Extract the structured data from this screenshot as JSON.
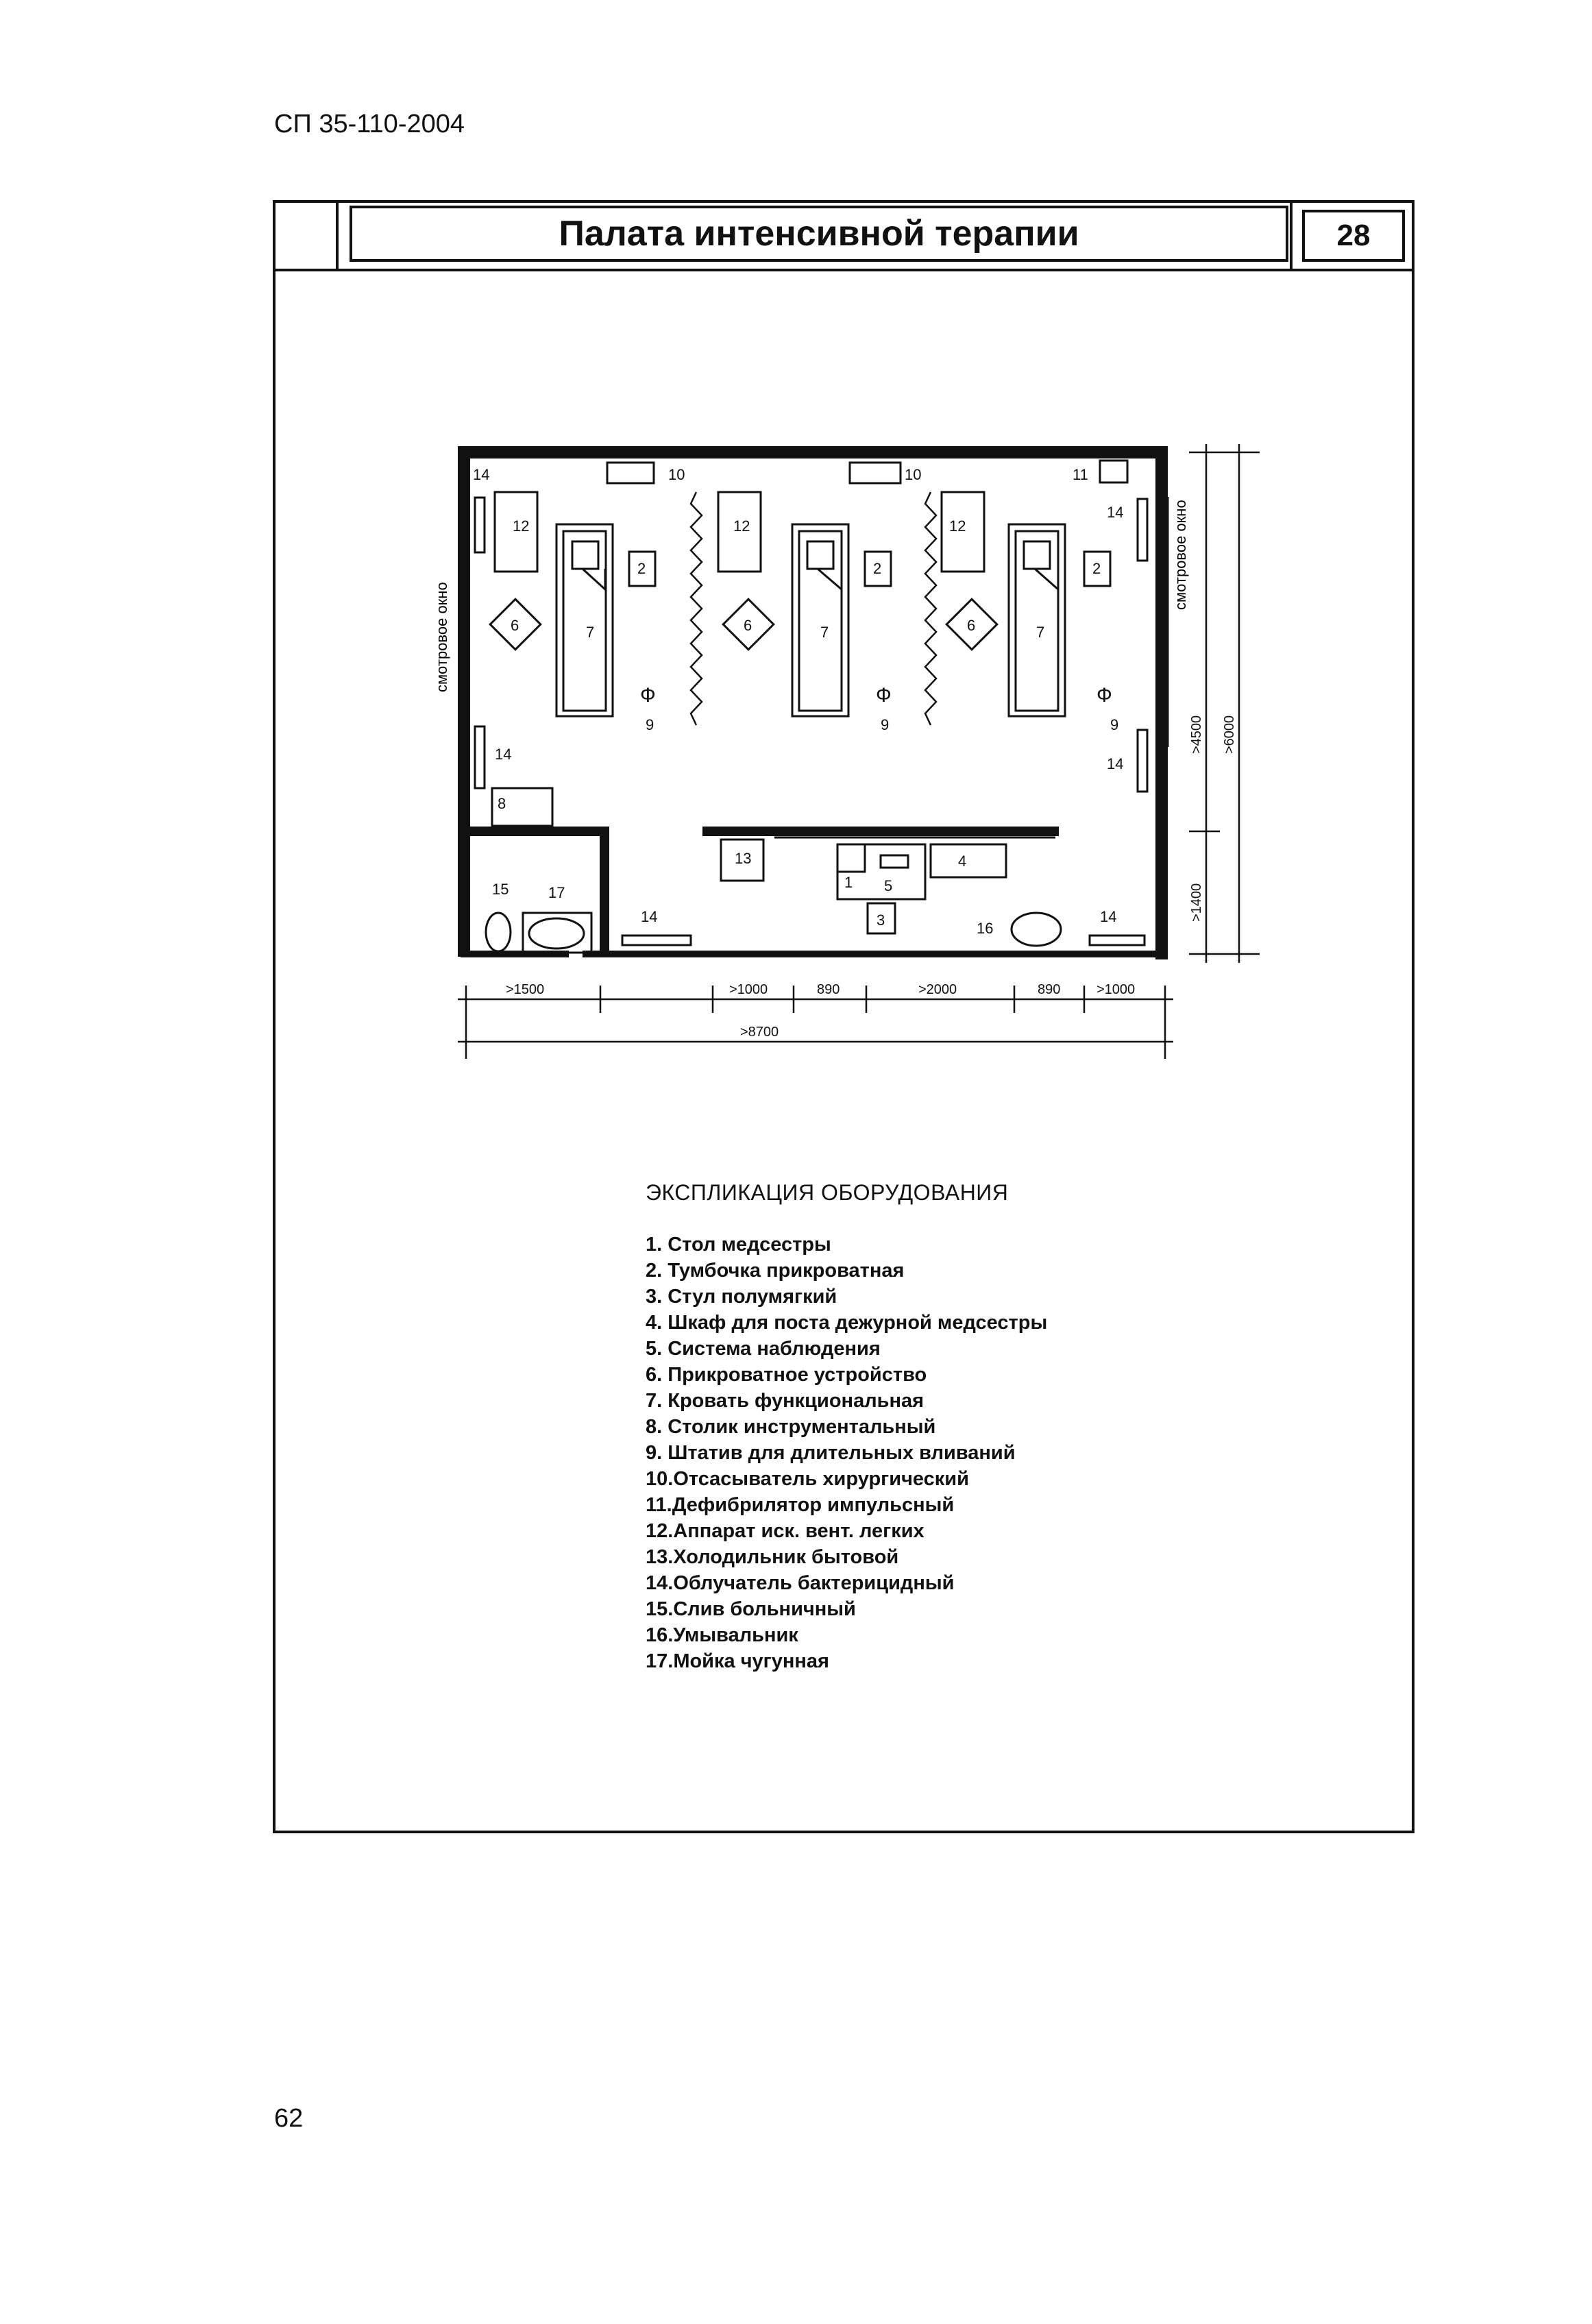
{
  "document_code": "СП 35-110-2004",
  "page_number": "62",
  "sheet": {
    "title": "Палата интенсивной терапии",
    "number": "28"
  },
  "plan": {
    "window_label": "смотровое окно",
    "dim_bottom": {
      "d1500": ">1500",
      "d1000a": ">1000",
      "d890a": "890",
      "d2000": ">2000",
      "d890b": "890",
      "d1000b": ">1000",
      "total": ">8700"
    },
    "dim_right": {
      "d4500": ">4500",
      "d1400": ">1400",
      "d6000": ">6000"
    },
    "phi": "Ф",
    "marks": [
      "1",
      "2",
      "3",
      "4",
      "5",
      "6",
      "7",
      "8",
      "9",
      "10",
      "11",
      "12",
      "13",
      "14",
      "15",
      "16",
      "17"
    ]
  },
  "legend": {
    "title": "ЭКСПЛИКАЦИЯ ОБОРУДОВАНИЯ",
    "items": [
      "1. Стол медсестры",
      "2. Тумбочка прикроватная",
      "3. Стул полумягкий",
      "4. Шкаф для поста дежурной медсестры",
      "5. Система наблюдения",
      "6. Прикроватное устройство",
      "7. Кровать функциональная",
      "8. Столик инструментальный",
      "9. Штатив для длительных вливаний",
      "10.Отсасыватель хирургический",
      "11.Дефибрилятор импульсный",
      "12.Аппарат иск. вент. легких",
      "13.Холодильник бытовой",
      "14.Облучатель бактерицидный",
      "15.Слив больничный",
      "16.Умывальник",
      "17.Мойка чугунная"
    ]
  }
}
